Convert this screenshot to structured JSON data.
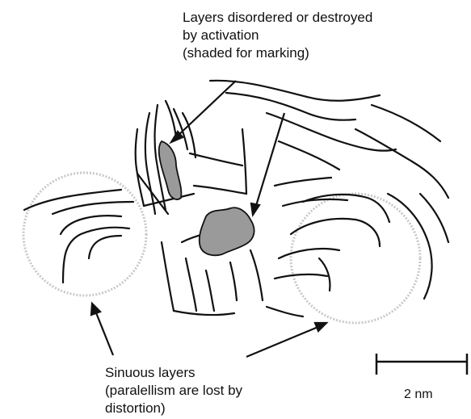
{
  "annotations": {
    "top": {
      "line1": "Layers disordered or destroyed",
      "line2": "by activation",
      "line3": "(shaded for marking)"
    },
    "bottom": {
      "line1": "Sinuous layers",
      "line2": "(paralellism are lost by",
      "line3": "distortion)"
    }
  },
  "scale_bar": {
    "label": "2 nm"
  },
  "colors": {
    "stroke": "#111111",
    "shaded_region": "#9a9a9a",
    "circle": "#c8c8c8"
  }
}
